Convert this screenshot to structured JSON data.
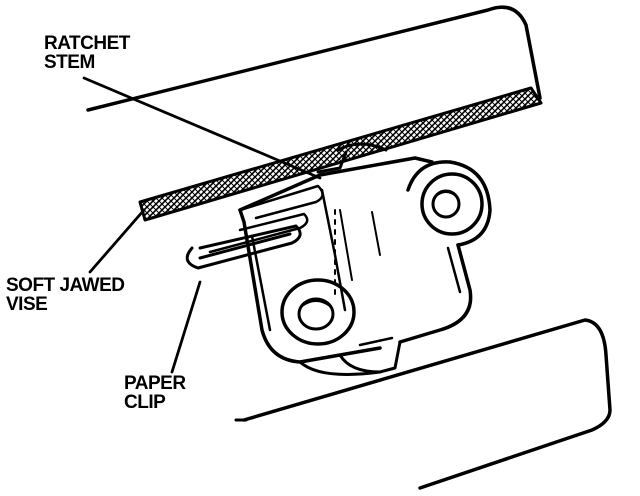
{
  "labels": {
    "ratchet_stem": [
      "RATCHET",
      "STEM"
    ],
    "soft_jawed_vise": [
      "SOFT JAWED",
      "VISE"
    ],
    "paper_clip": [
      "PAPER",
      "CLIP"
    ]
  },
  "colors": {
    "ink": "#000000",
    "paper": "#ffffff"
  }
}
